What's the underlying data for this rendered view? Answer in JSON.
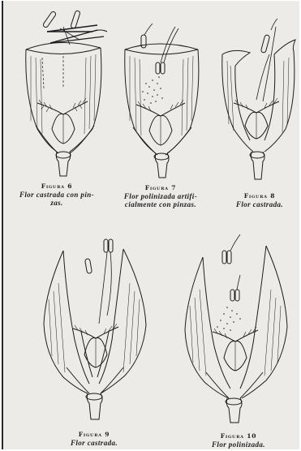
{
  "figures": [
    {
      "title": "Figura 6",
      "lines": [
        "Flor castrada con pin-",
        "zas."
      ]
    },
    {
      "title": "Figura 7",
      "lines": [
        "Flor polinizada artifi-",
        "cialmente con pinzas."
      ]
    },
    {
      "title": "Figura 8",
      "lines": [
        "Flor castrada."
      ]
    },
    {
      "title": "Figura 9",
      "lines": [
        "Flor castrada."
      ]
    },
    {
      "title": "Figura 10",
      "lines": [
        "Flor polinizada."
      ]
    }
  ],
  "colors": {
    "paper": "#ecebe8",
    "ink": "#1c1c1c"
  }
}
